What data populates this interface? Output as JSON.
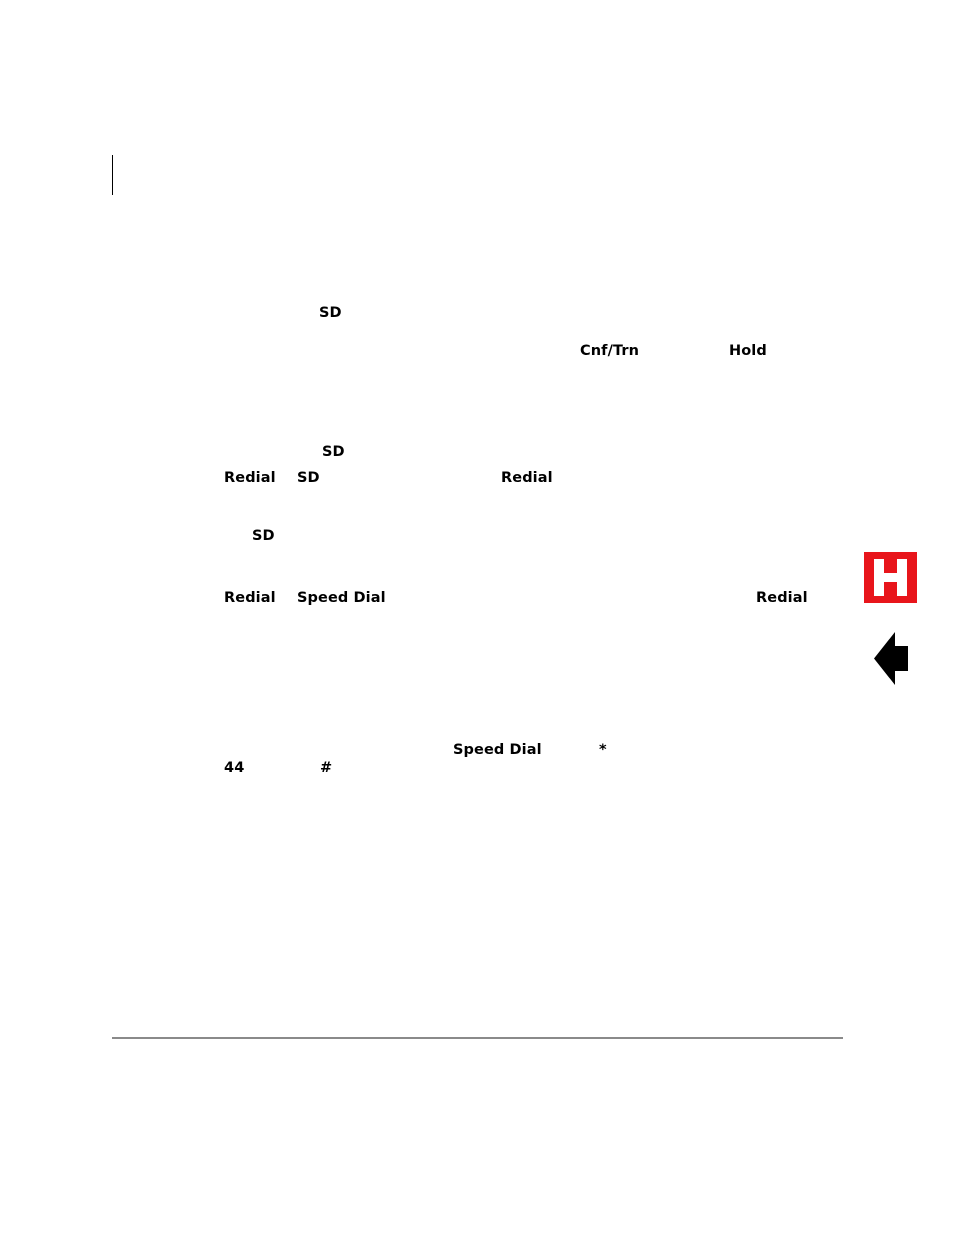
{
  "keywords": {
    "sd_1": "SD",
    "cnf_trn": "Cnf/Trn",
    "hold": "Hold",
    "sd_2": "SD",
    "redial_1": "Redial",
    "sd_3": "SD",
    "redial_2": "Redial",
    "sd_4": "SD",
    "redial_3": "Redial",
    "speed_dial_1": "Speed Dial",
    "redial_4": "Redial",
    "speed_dial_2": "Speed Dial",
    "star": "*",
    "code_44": "44",
    "hash": "#"
  },
  "side_tab": {
    "letter": "H",
    "color": "#e8151b",
    "icon": "h-tab-icon"
  },
  "nav": {
    "icon": "back-arrow-icon"
  }
}
